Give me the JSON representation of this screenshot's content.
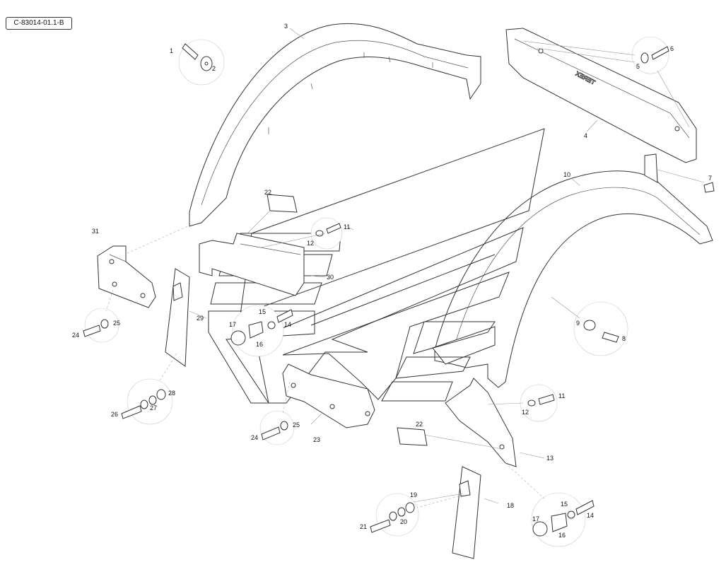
{
  "drawing": {
    "reference_code": "C-83014-01.1-B",
    "brand_text": "TEREX",
    "callouts": [
      {
        "id": "c1",
        "text": "1"
      },
      {
        "id": "c2",
        "text": "2"
      },
      {
        "id": "c3",
        "text": "3"
      },
      {
        "id": "c4",
        "text": "4"
      },
      {
        "id": "c5",
        "text": "5"
      },
      {
        "id": "c6",
        "text": "6"
      },
      {
        "id": "c7",
        "text": "7"
      },
      {
        "id": "c8",
        "text": "8"
      },
      {
        "id": "c9",
        "text": "9"
      },
      {
        "id": "c10",
        "text": "10"
      },
      {
        "id": "c11a",
        "text": "11"
      },
      {
        "id": "c11b",
        "text": "11"
      },
      {
        "id": "c12a",
        "text": "12"
      },
      {
        "id": "c12b",
        "text": "12"
      },
      {
        "id": "c13",
        "text": "13"
      },
      {
        "id": "c14a",
        "text": "14"
      },
      {
        "id": "c14b",
        "text": "14"
      },
      {
        "id": "c15a",
        "text": "15"
      },
      {
        "id": "c15b",
        "text": "15"
      },
      {
        "id": "c16a",
        "text": "16"
      },
      {
        "id": "c16b",
        "text": "16"
      },
      {
        "id": "c17a",
        "text": "17"
      },
      {
        "id": "c17b",
        "text": "17"
      },
      {
        "id": "c18",
        "text": "18"
      },
      {
        "id": "c19",
        "text": "19"
      },
      {
        "id": "c20",
        "text": "20"
      },
      {
        "id": "c21",
        "text": "21"
      },
      {
        "id": "c22a",
        "text": "22"
      },
      {
        "id": "c22b",
        "text": "22"
      },
      {
        "id": "c23",
        "text": "23"
      },
      {
        "id": "c24a",
        "text": "24"
      },
      {
        "id": "c24b",
        "text": "24"
      },
      {
        "id": "c25a",
        "text": "25"
      },
      {
        "id": "c25b",
        "text": "25"
      },
      {
        "id": "c26",
        "text": "26"
      },
      {
        "id": "c27",
        "text": "27"
      },
      {
        "id": "c28",
        "text": "28"
      },
      {
        "id": "c29",
        "text": "29"
      },
      {
        "id": "c30",
        "text": "30"
      },
      {
        "id": "c31",
        "text": "31"
      }
    ]
  }
}
